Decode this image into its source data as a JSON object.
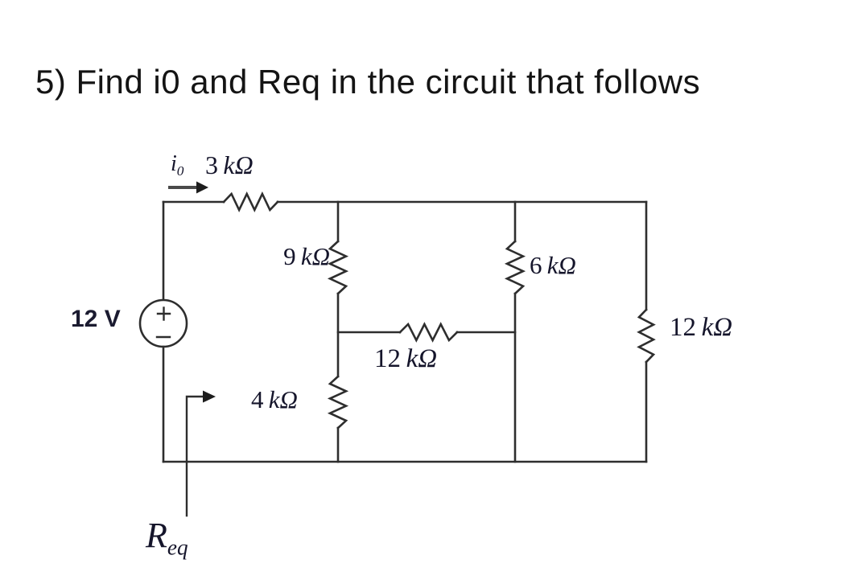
{
  "title": "5) Find i0 and Req in the circuit that follows",
  "circuit": {
    "source": {
      "label": "12 V",
      "plus": "+",
      "minus": "−"
    },
    "current_label": {
      "base": "i",
      "sub": "0"
    },
    "resistors": {
      "r3k": {
        "value": "3",
        "unit": "kΩ"
      },
      "r9k": {
        "value": "9",
        "unit": "kΩ"
      },
      "r6k": {
        "value": "6",
        "unit": "kΩ"
      },
      "r12k_mid": {
        "value": "12",
        "unit": "kΩ"
      },
      "r4k": {
        "value": "4",
        "unit": "kΩ"
      },
      "r12k_right": {
        "value": "12",
        "unit": "kΩ"
      }
    },
    "req_label": {
      "base": "R",
      "sub": "eq"
    }
  }
}
